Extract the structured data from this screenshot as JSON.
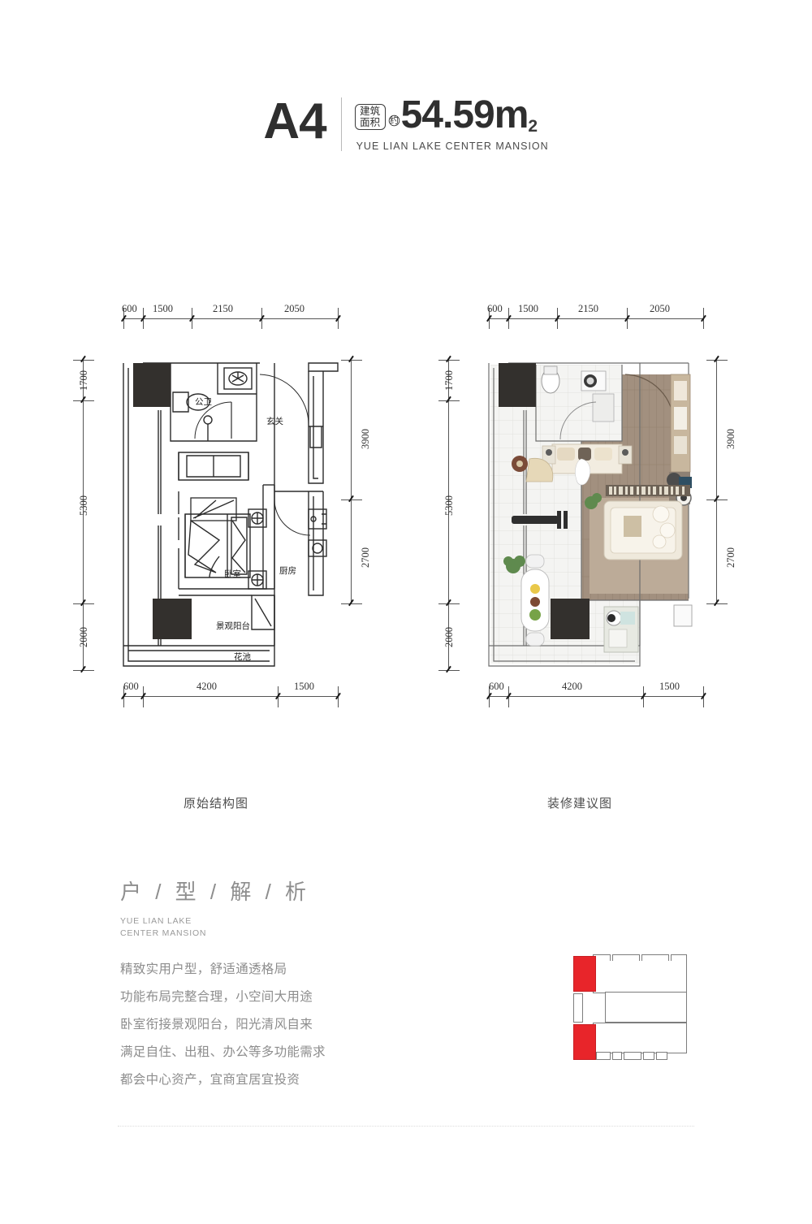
{
  "header": {
    "unit_code": "A4",
    "area_badge_line1": "建筑",
    "area_badge_line2": "面积",
    "approx_symbol": "约",
    "area_value": "54.59",
    "area_unit": "m",
    "area_unit_sup": "2",
    "project_en": "YUE LIAN LAKE CENTER MANSION"
  },
  "plans": {
    "left": {
      "caption": "原始结构图",
      "top_dims": [
        "600",
        "1500",
        "2150",
        "2050"
      ],
      "left_dims": [
        "1700",
        "5300",
        "2000"
      ],
      "right_dims": [
        "3900",
        "2700"
      ],
      "bottom_dims": [
        "600",
        "4200",
        "1500"
      ],
      "rooms": [
        {
          "name": "公卫"
        },
        {
          "name": "玄关"
        },
        {
          "name": "卧室"
        },
        {
          "name": "厨房"
        },
        {
          "name": "景观阳台"
        },
        {
          "name": "花池"
        }
      ]
    },
    "right": {
      "caption": "装修建议图",
      "top_dims": [
        "600",
        "1500",
        "2150",
        "2050"
      ],
      "left_dims": [
        "1700",
        "5300",
        "2000"
      ],
      "right_dims": [
        "3900",
        "2700"
      ],
      "bottom_dims": [
        "600",
        "4200",
        "1500"
      ]
    }
  },
  "analysis": {
    "title": "户 / 型 / 解 / 析",
    "subtitle_line1": "YUE LIAN LAKE",
    "subtitle_line2": "CENTER MANSION",
    "points": [
      "精致实用户型，舒适通透格局",
      "功能布局完整合理，小空间大用途",
      "卧室衔接景观阳台，阳光清风自来",
      "满足自住、出租、办公等多功能需求",
      "都会中心资产，宜商宜居宜投资"
    ]
  },
  "key_plan": {
    "highlight_color": "#e8252a",
    "outline_color": "#7d7d7d"
  }
}
